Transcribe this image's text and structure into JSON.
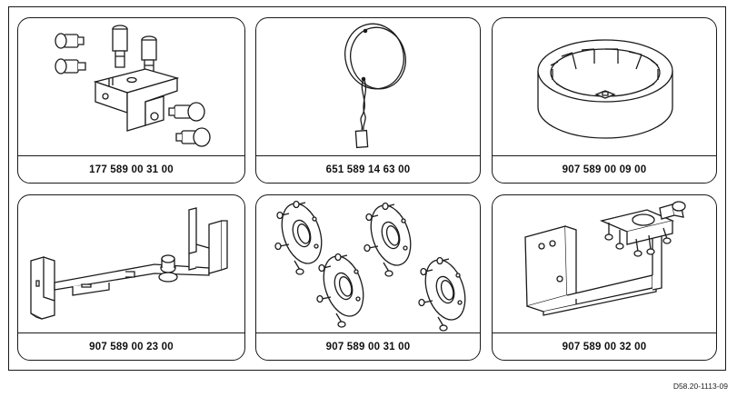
{
  "tools": [
    {
      "part_number": "177 589 00 31 00",
      "icon": "bolt-clamp-fixture-icon"
    },
    {
      "part_number": "651 589 14 63 00",
      "icon": "round-disc-tag-icon"
    },
    {
      "part_number": "907 589 00 09 00",
      "icon": "cup-socket-wrench-icon"
    },
    {
      "part_number": "907 589 00 23 00",
      "icon": "bracket-holder-icon"
    },
    {
      "part_number": "907 589 00 31 00",
      "icon": "flange-plates-set-icon"
    },
    {
      "part_number": "907 589 00 32 00",
      "icon": "u-frame-fixture-icon"
    }
  ],
  "document_ref": "D58.20-1113-09"
}
